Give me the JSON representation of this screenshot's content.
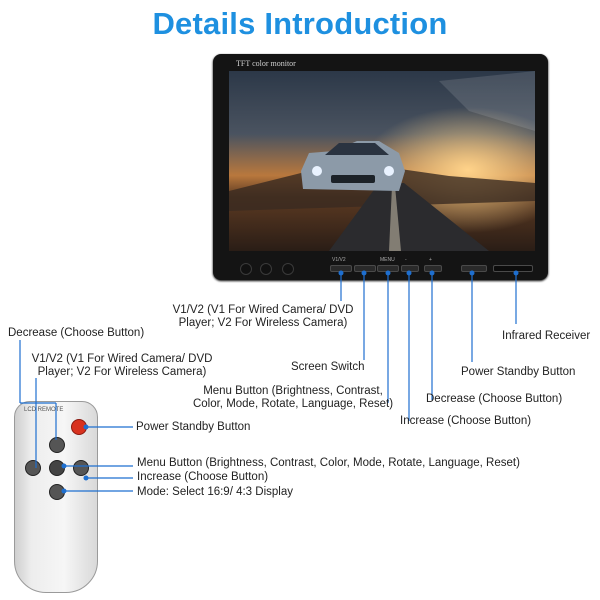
{
  "title": "Details Introduction",
  "monitor": {
    "brand_text": "TFT color monitor",
    "button_marks": {
      "v1v2": "V1/V2",
      "menu": "MENU",
      "minus": "-",
      "plus": "+"
    }
  },
  "remote": {
    "brand_text": "LCD REMOTE"
  },
  "labels": {
    "v1v2_monitor_line1": "V1/V2 (V1 For Wired Camera/ DVD",
    "v1v2_monitor_line2": "Player; V2 For Wireless Camera)",
    "screen_switch": "Screen Switch",
    "menu_monitor_line1": "Menu Button (Brightness, Contrast,",
    "menu_monitor_line2": "Color, Mode, Rotate, Language, Reset)",
    "increase_monitor": "Increase (Choose Button)",
    "decrease_monitor": "Decrease (Choose Button)",
    "power_standby_monitor": "Power Standby Button",
    "infrared_receiver": "Infrared Receiver",
    "decrease_remote": "Decrease (Choose Button)",
    "v1v2_remote_line1": "V1/V2 (V1 For Wired Camera/ DVD",
    "v1v2_remote_line2": "Player; V2 For Wireless Camera)",
    "power_standby_remote": "Power Standby Button",
    "menu_remote": "Menu Button (Brightness, Contrast, Color, Mode, Rotate, Language, Reset)",
    "increase_remote": "Increase (Choose Button)",
    "mode_remote": "Mode: Select 16:9/ 4:3 Display"
  },
  "colors": {
    "title": "#1e90e0",
    "leader": "#1e6fd0",
    "power": "#d8321f"
  }
}
